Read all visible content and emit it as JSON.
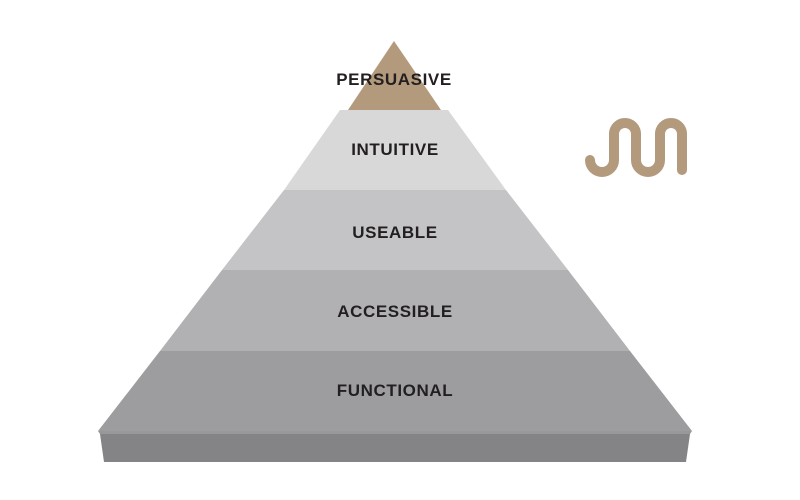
{
  "pyramid": {
    "levels": [
      {
        "label": "PERSUASIVE",
        "fill": "#b39a7c"
      },
      {
        "label": "INTUITIVE",
        "fill": "#d8d8d9"
      },
      {
        "label": "USEABLE",
        "fill": "#c4c4c6"
      },
      {
        "label": "ACCESSIBLE",
        "fill": "#b1b1b3"
      },
      {
        "label": "FUNCTIONAL",
        "fill": "#9d9d9f"
      }
    ],
    "base_front_color": "#848486",
    "base_top_color": "#98989a"
  },
  "logo": {
    "icon": "wave-m-logo-icon",
    "color": "#b39a7c"
  }
}
